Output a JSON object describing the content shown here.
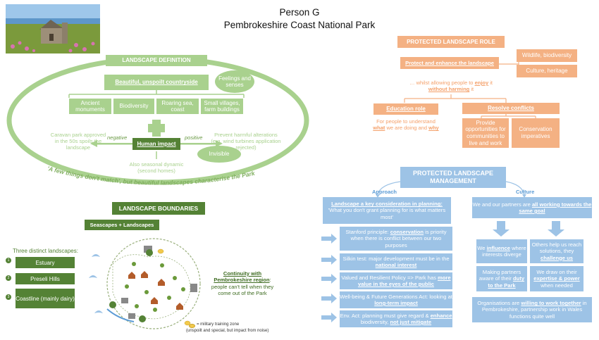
{
  "header": {
    "person": "Person G",
    "park": "Pembrokeshire Coast National Park"
  },
  "colors": {
    "green": "#a9d18e",
    "dark_green": "#548235",
    "orange": "#f4b183",
    "blue": "#9dc3e6"
  },
  "definition": {
    "title": "LANDSCAPE DEFINITION",
    "main": "Beautiful, unspoilt countryside",
    "feelings": "Feelings and senses",
    "items": [
      "Ancient monuments",
      "Biodiversity",
      "Roaring sea, coast",
      "Small villages, farm buildings"
    ],
    "human_impact": "Human impact",
    "negative": "negative",
    "positive": "positive",
    "caravan": "Caravan park approved in the 50s spoils the landscape",
    "prevent": "Prevent harmful alterations (e.g. wind turbines application rejected)",
    "invisible": "Invisible",
    "seasonal": "Also seasonal dynamic (second homes)",
    "tagline": "'A few things don't match', but beautiful landscapes characterise the Park"
  },
  "boundaries": {
    "title": "LANDSCAPE BOUNDARIES",
    "sub": "Seascapes + Landscapes",
    "three": "Three distinct landscapes:",
    "items": [
      {
        "num": "1",
        "label": "Estuary"
      },
      {
        "num": "2",
        "label": "Preseli Hills"
      },
      {
        "num": "3",
        "label": "Coastline (mainly dairy)"
      }
    ],
    "continuity_title": "Continuity with Pembrokeshire region",
    "continuity_text": ": people can't tell when they come out of the Park",
    "military": "= military training zone",
    "military_note": "(unspoilt and special, but impact from noise)"
  },
  "role": {
    "title": "PROTECTED LANDSCAPE ROLE",
    "protect": "Protect and enhance the landscape",
    "wildlife": "Wildlife, biodiversity",
    "culture": "Culture, heritage",
    "whilst": "… whilst allowing people to enjoy it without harming it",
    "education": "Education role",
    "education_text": "For people to understand what we are doing and why",
    "resolve": "Resolve conflicts",
    "provide": "Provide opportunities for communities to live and work",
    "conservation": "Conservation imperatives"
  },
  "management": {
    "title": "PROTECTED LANDSCAPE MANAGEMENT",
    "approach": "Approach",
    "culture": "Culture",
    "key_title": "Landscape a key consideration in planning:",
    "key_text": "'What you don't grant planning for is what matters most'",
    "approach_items": [
      "Stanford principle: conservation is priority when there is conflict between our two purposes",
      "Silkin test: major development must be in the national interest",
      "Valued and Resilient Policy => Park has more value in the eyes of the public",
      "Well-being & Future Generations Act: looking at long-term impact",
      "Env. Act: planning must give regard & enhance biodiversity, not just mitigate"
    ],
    "partners": "We and our partners are all working towards the same goal",
    "influence": "We influence where interests diverge",
    "others": "Others help us reach solutions, they challenge us",
    "making": "Making partners aware of their duty to the Park",
    "draw": "We draw on their expertise & power when needed",
    "organisations": "Organisations are willing to work together in Pembrokeshire, partnership work in Wales functions quite well"
  }
}
